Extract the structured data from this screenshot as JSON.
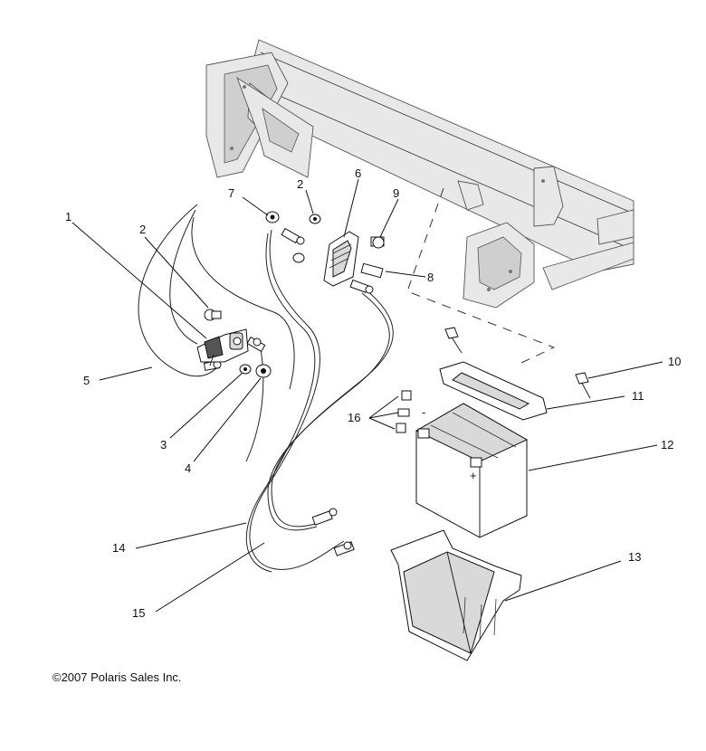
{
  "callouts": [
    {
      "id": "c1",
      "text": "1"
    },
    {
      "id": "c2a",
      "text": "2"
    },
    {
      "id": "c2b",
      "text": "2"
    },
    {
      "id": "c3",
      "text": "3"
    },
    {
      "id": "c4",
      "text": "4"
    },
    {
      "id": "c5",
      "text": "5"
    },
    {
      "id": "c6",
      "text": "6"
    },
    {
      "id": "c7",
      "text": "7"
    },
    {
      "id": "c8",
      "text": "8"
    },
    {
      "id": "c9",
      "text": "9"
    },
    {
      "id": "c10",
      "text": "10"
    },
    {
      "id": "c11",
      "text": "11"
    },
    {
      "id": "c12",
      "text": "12"
    },
    {
      "id": "c13",
      "text": "13"
    },
    {
      "id": "c14",
      "text": "14"
    },
    {
      "id": "c15",
      "text": "15"
    },
    {
      "id": "c16",
      "text": "16"
    }
  ],
  "battery_terminals": {
    "negative": "-",
    "positive": "+"
  },
  "copyright": "©2007 Polaris Sales Inc."
}
